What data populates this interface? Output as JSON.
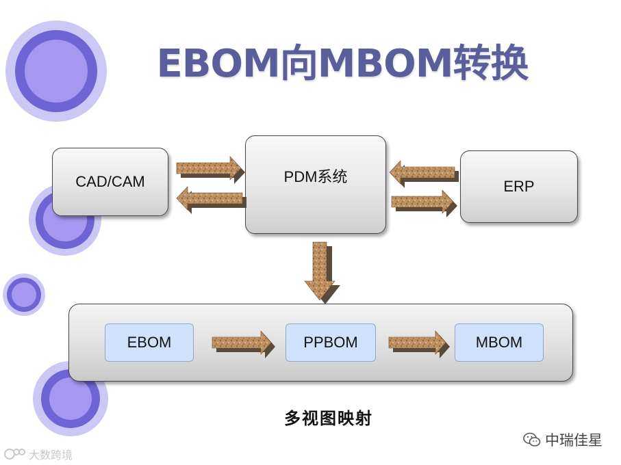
{
  "title": "EBOM向MBOM转换",
  "nodes": {
    "cad_cam": "CAD/CAM",
    "pdm": "PDM系统",
    "erp": "ERP",
    "ebom": "EBOM",
    "ppbom": "PPBOM",
    "mbom": "MBOM"
  },
  "caption": "多视图映射",
  "watermark_right": "中瑞佳星",
  "watermark_left": "大数跨境",
  "colors": {
    "title": "#5a5e9a",
    "deco_outer": "#c9c7f4",
    "deco_ring": "#7367d6",
    "deco_inner": "#a395f1",
    "arrow_fill": "#b88a5a",
    "inner_box": "#cfe2fb"
  }
}
